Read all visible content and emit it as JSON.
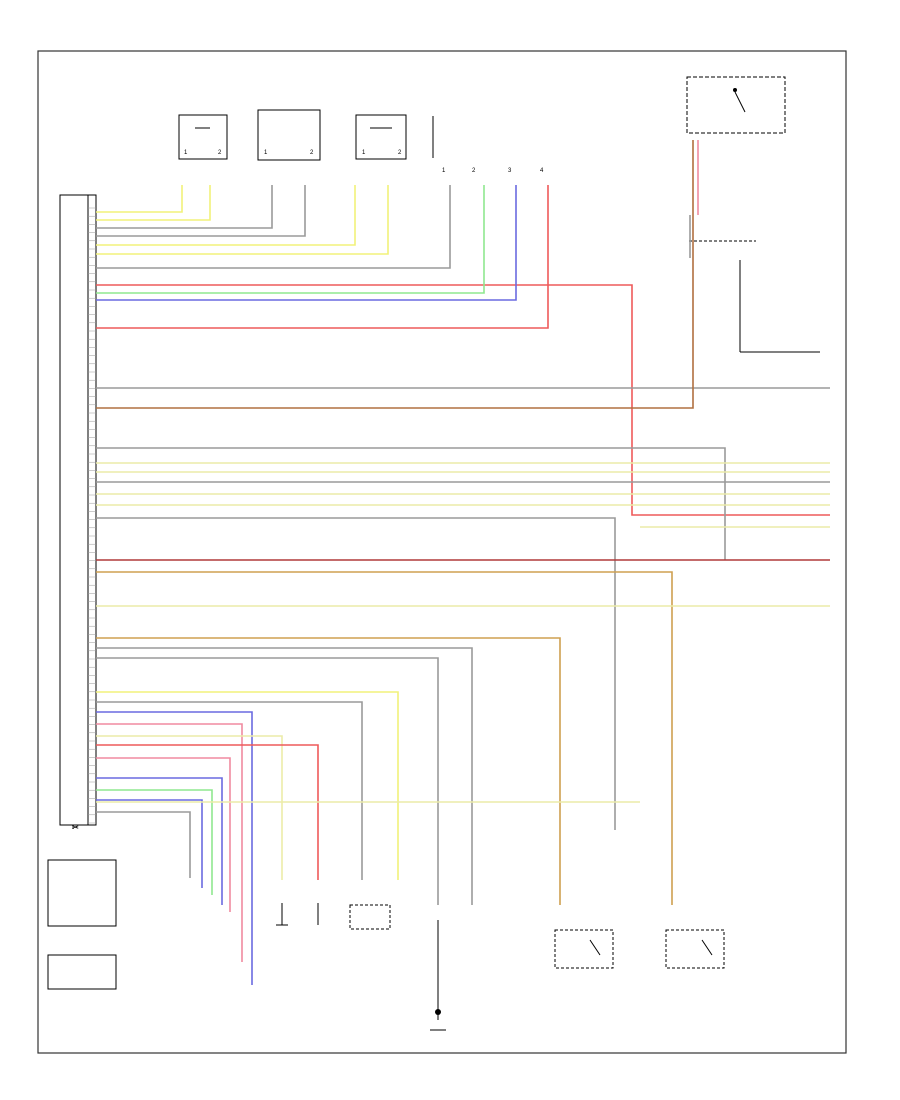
{
  "diagram": {
    "footer_id": "",
    "connectors": {
      "top": [
        {
          "pins": [
            "1",
            "2"
          ]
        },
        {
          "pins": [
            "1",
            "2"
          ]
        },
        {
          "pins": [
            "1",
            "2"
          ]
        },
        {
          "pins": [
            "1",
            "2",
            "3",
            "4"
          ]
        }
      ]
    }
  },
  "colors": {
    "yellow": "#f2f27a",
    "yellow_pale": "#ececa8",
    "green": "#8fe88f",
    "blue": "#6a6ae0",
    "red": "#ee5a5a",
    "pink": "#f08aa0",
    "gray": "#9a9a9a",
    "brown": "#b07040",
    "dark_red": "#b03a3a",
    "tan": "#cfa050",
    "frame": "#333333"
  }
}
